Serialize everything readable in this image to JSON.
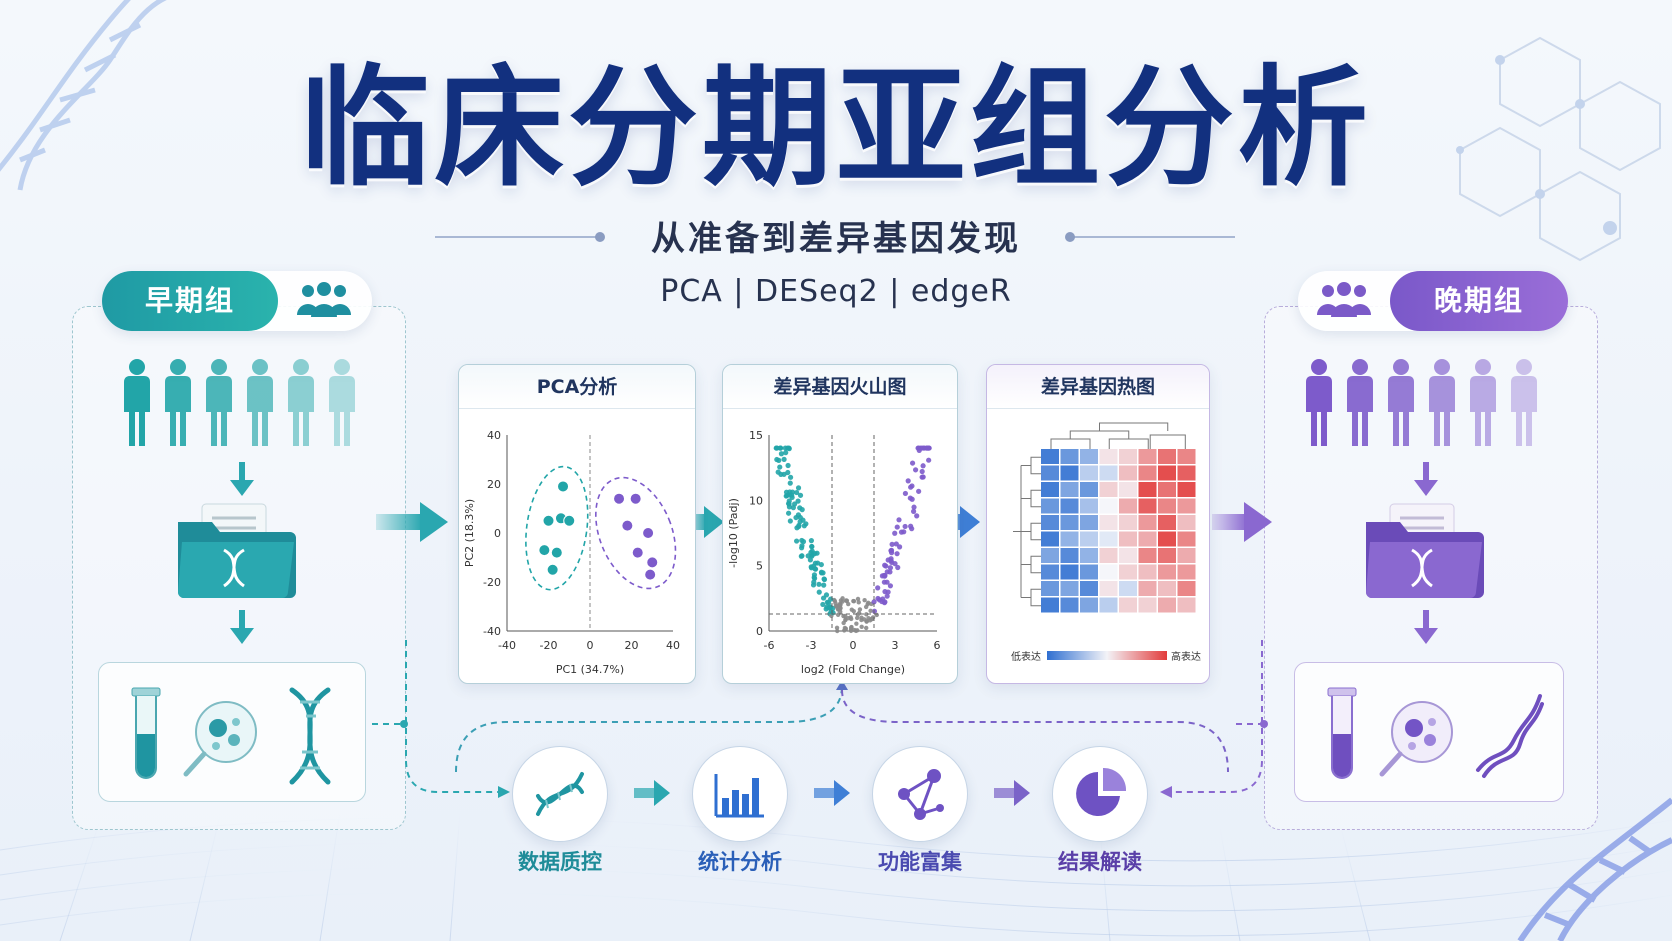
{
  "title": "临床分期亚组分析",
  "subtitle": "从准备到差异基因发现",
  "methods": "PCA  |  DESeq2  |  edgeR",
  "groups": {
    "early": {
      "label": "早期组"
    },
    "late": {
      "label": "晚期组"
    }
  },
  "colors": {
    "title": "#12307f",
    "early": "#22a5a8",
    "late": "#7d5bcb",
    "low_expr": "#2f6fd1",
    "high_expr": "#e23b3b"
  },
  "panels": {
    "pca": {
      "title": "PCA分析"
    },
    "volcano": {
      "title": "差异基因火山图"
    },
    "heatmap": {
      "title": "差异基因热图"
    }
  },
  "chart_data": [
    {
      "type": "scatter",
      "title": "PCA分析",
      "xlabel": "PC1 (34.7%)",
      "ylabel": "PC2 (18.3%)",
      "xlim": [
        -40,
        40
      ],
      "ylim": [
        -40,
        40
      ],
      "xticks": [
        "-40",
        "-20",
        "0",
        "20",
        "40"
      ],
      "yticks": [
        "40",
        "20",
        "0",
        "-20",
        "-40"
      ],
      "series": [
        {
          "color": "#22a5a8",
          "points": [
            [
              -13,
              19
            ],
            [
              -20,
              5
            ],
            [
              -14,
              6
            ],
            [
              -10,
              5
            ],
            [
              -22,
              -7
            ],
            [
              -16,
              -8
            ],
            [
              -18,
              -15
            ]
          ]
        },
        {
          "color": "#7d5bcb",
          "points": [
            [
              14,
              14
            ],
            [
              22,
              14
            ],
            [
              18,
              3
            ],
            [
              28,
              0
            ],
            [
              23,
              -8
            ],
            [
              30,
              -12
            ],
            [
              29,
              -17
            ]
          ]
        }
      ]
    },
    {
      "type": "scatter",
      "title": "差异基因火山图",
      "xlabel": "log2 (Fold Change)",
      "ylabel": "-log10 (Padj)",
      "xlim": [
        -6,
        6
      ],
      "ylim": [
        0,
        15
      ],
      "xticks": [
        "-6",
        "-3",
        "0",
        "3",
        "6"
      ],
      "yticks": [
        "15",
        "10",
        "5",
        "0"
      ]
    },
    {
      "type": "heatmap",
      "title": "差异基因热图",
      "legend": {
        "low": "低表达",
        "high": "高表达"
      },
      "rows": 10,
      "cols": 8
    }
  ],
  "steps": [
    {
      "label": "数据质控",
      "icon": "dna-icon"
    },
    {
      "label": "统计分析",
      "icon": "bar-chart-icon"
    },
    {
      "label": "功能富集",
      "icon": "network-icon"
    },
    {
      "label": "结果解读",
      "icon": "pie-chart-icon"
    }
  ]
}
